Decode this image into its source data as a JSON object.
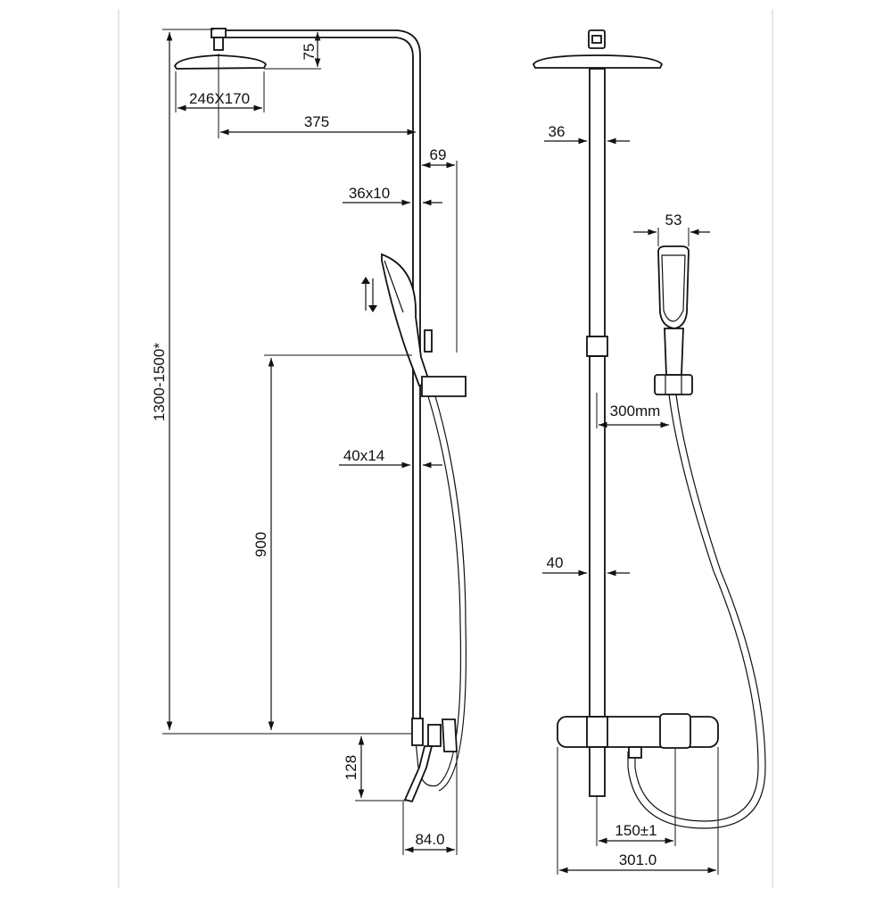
{
  "dimensions": {
    "overall_height": "1300-1500*",
    "head_size": "246X170",
    "head_height": "75",
    "arm_length": "375",
    "bracket_depth": "69",
    "rail_section": "36x10",
    "holder_section": "40x14",
    "holder_height": "900",
    "valve_height": "128",
    "valve_depth": "84.0",
    "pipe_width_top": "36",
    "handset_width": "53",
    "hose_offset": "300mm",
    "pipe_width_lower": "40",
    "inlet_centres": "150±1",
    "valve_width": "301.0"
  },
  "icons": [
    "slide-arrows-icon"
  ]
}
